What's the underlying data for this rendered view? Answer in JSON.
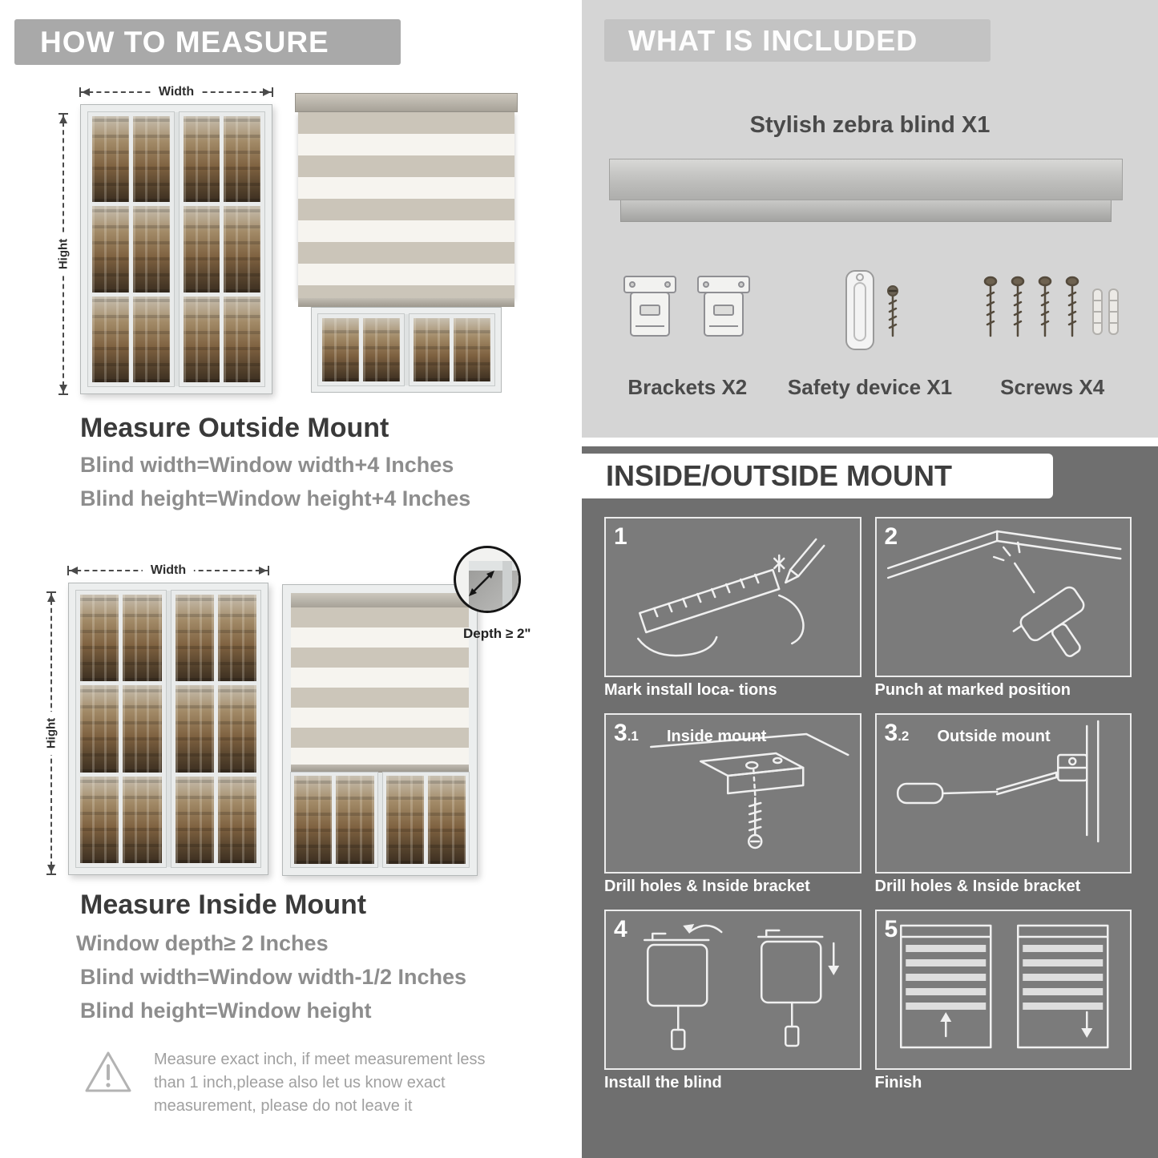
{
  "left": {
    "header": "HOW TO MEASURE",
    "outside": {
      "width_label": "Width",
      "height_label": "Hight",
      "title": "Measure Outside Mount",
      "lines": [
        "Blind width=Window width+4 Inches",
        "Blind height=Window height+4 Inches"
      ]
    },
    "inside": {
      "width_label": "Width",
      "height_label": "Hight",
      "depth_label": "Depth ≥ 2\"",
      "title": "Measure Inside Mount",
      "lines": [
        "Window depth≥ 2 Inches",
        "Blind width=Window width-1/2 Inches",
        "Blind height=Window height"
      ]
    },
    "warning_text": "Measure exact inch, if meet measurement less than 1 inch,please also let us know exact measurement, please do not leave it"
  },
  "included": {
    "header": "WHAT IS INCLUDED",
    "blind_label": "Stylish zebra blind X1",
    "items": [
      {
        "icon": "brackets-icon",
        "label": "Brackets X2"
      },
      {
        "icon": "safety-device-icon",
        "label": "Safety device X1"
      },
      {
        "icon": "screws-icon",
        "label": "Screws X4"
      }
    ]
  },
  "mount": {
    "header": "INSIDE/OUTSIDE MOUNT",
    "steps": [
      {
        "num": "1",
        "sub": "",
        "title": "",
        "caption": "Mark install loca- tions"
      },
      {
        "num": "2",
        "sub": "",
        "title": "",
        "caption": "Punch at  marked position"
      },
      {
        "num": "3",
        "sub": ".1",
        "title": "Inside mount",
        "caption": "Drill holes &  Inside bracket"
      },
      {
        "num": "3",
        "sub": ".2",
        "title": "Outside mount",
        "caption": "Drill holes &  Inside bracket"
      },
      {
        "num": "4",
        "sub": "",
        "title": "",
        "caption": "Install the blind"
      },
      {
        "num": "5",
        "sub": "",
        "title": "",
        "caption": "Finish"
      }
    ]
  },
  "colors": {
    "left_banner": "#a9a9a9",
    "included_bg": "#d5d5d5",
    "included_banner": "#c3c3c3",
    "mount_bg": "#6f6f6f",
    "title_dark": "#3a3a3a",
    "instruction_gray": "#8d8d8d"
  }
}
